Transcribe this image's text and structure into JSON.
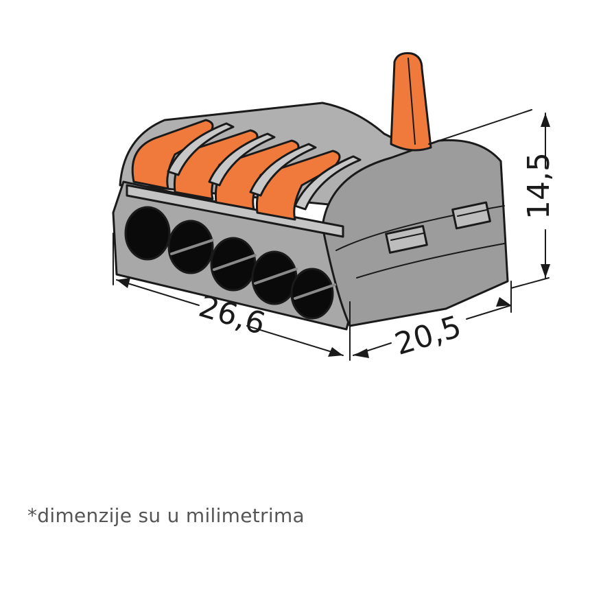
{
  "diagram": {
    "subject": "5-conductor lever wire connector with dimensions",
    "dimensions": {
      "length": "26,6",
      "depth": "20,5",
      "height": "14,5"
    },
    "colors": {
      "housing": "#9c9c9c",
      "housing_light": "#c4c4c4",
      "levers": "#f07a3c",
      "lever_dark": "#c4551e",
      "openings": "#0a0a0a",
      "outline": "#1a1a1a"
    },
    "conductor_count": 5,
    "lever_count": 5
  },
  "footnote": "*dimenzije su u milimetrima"
}
